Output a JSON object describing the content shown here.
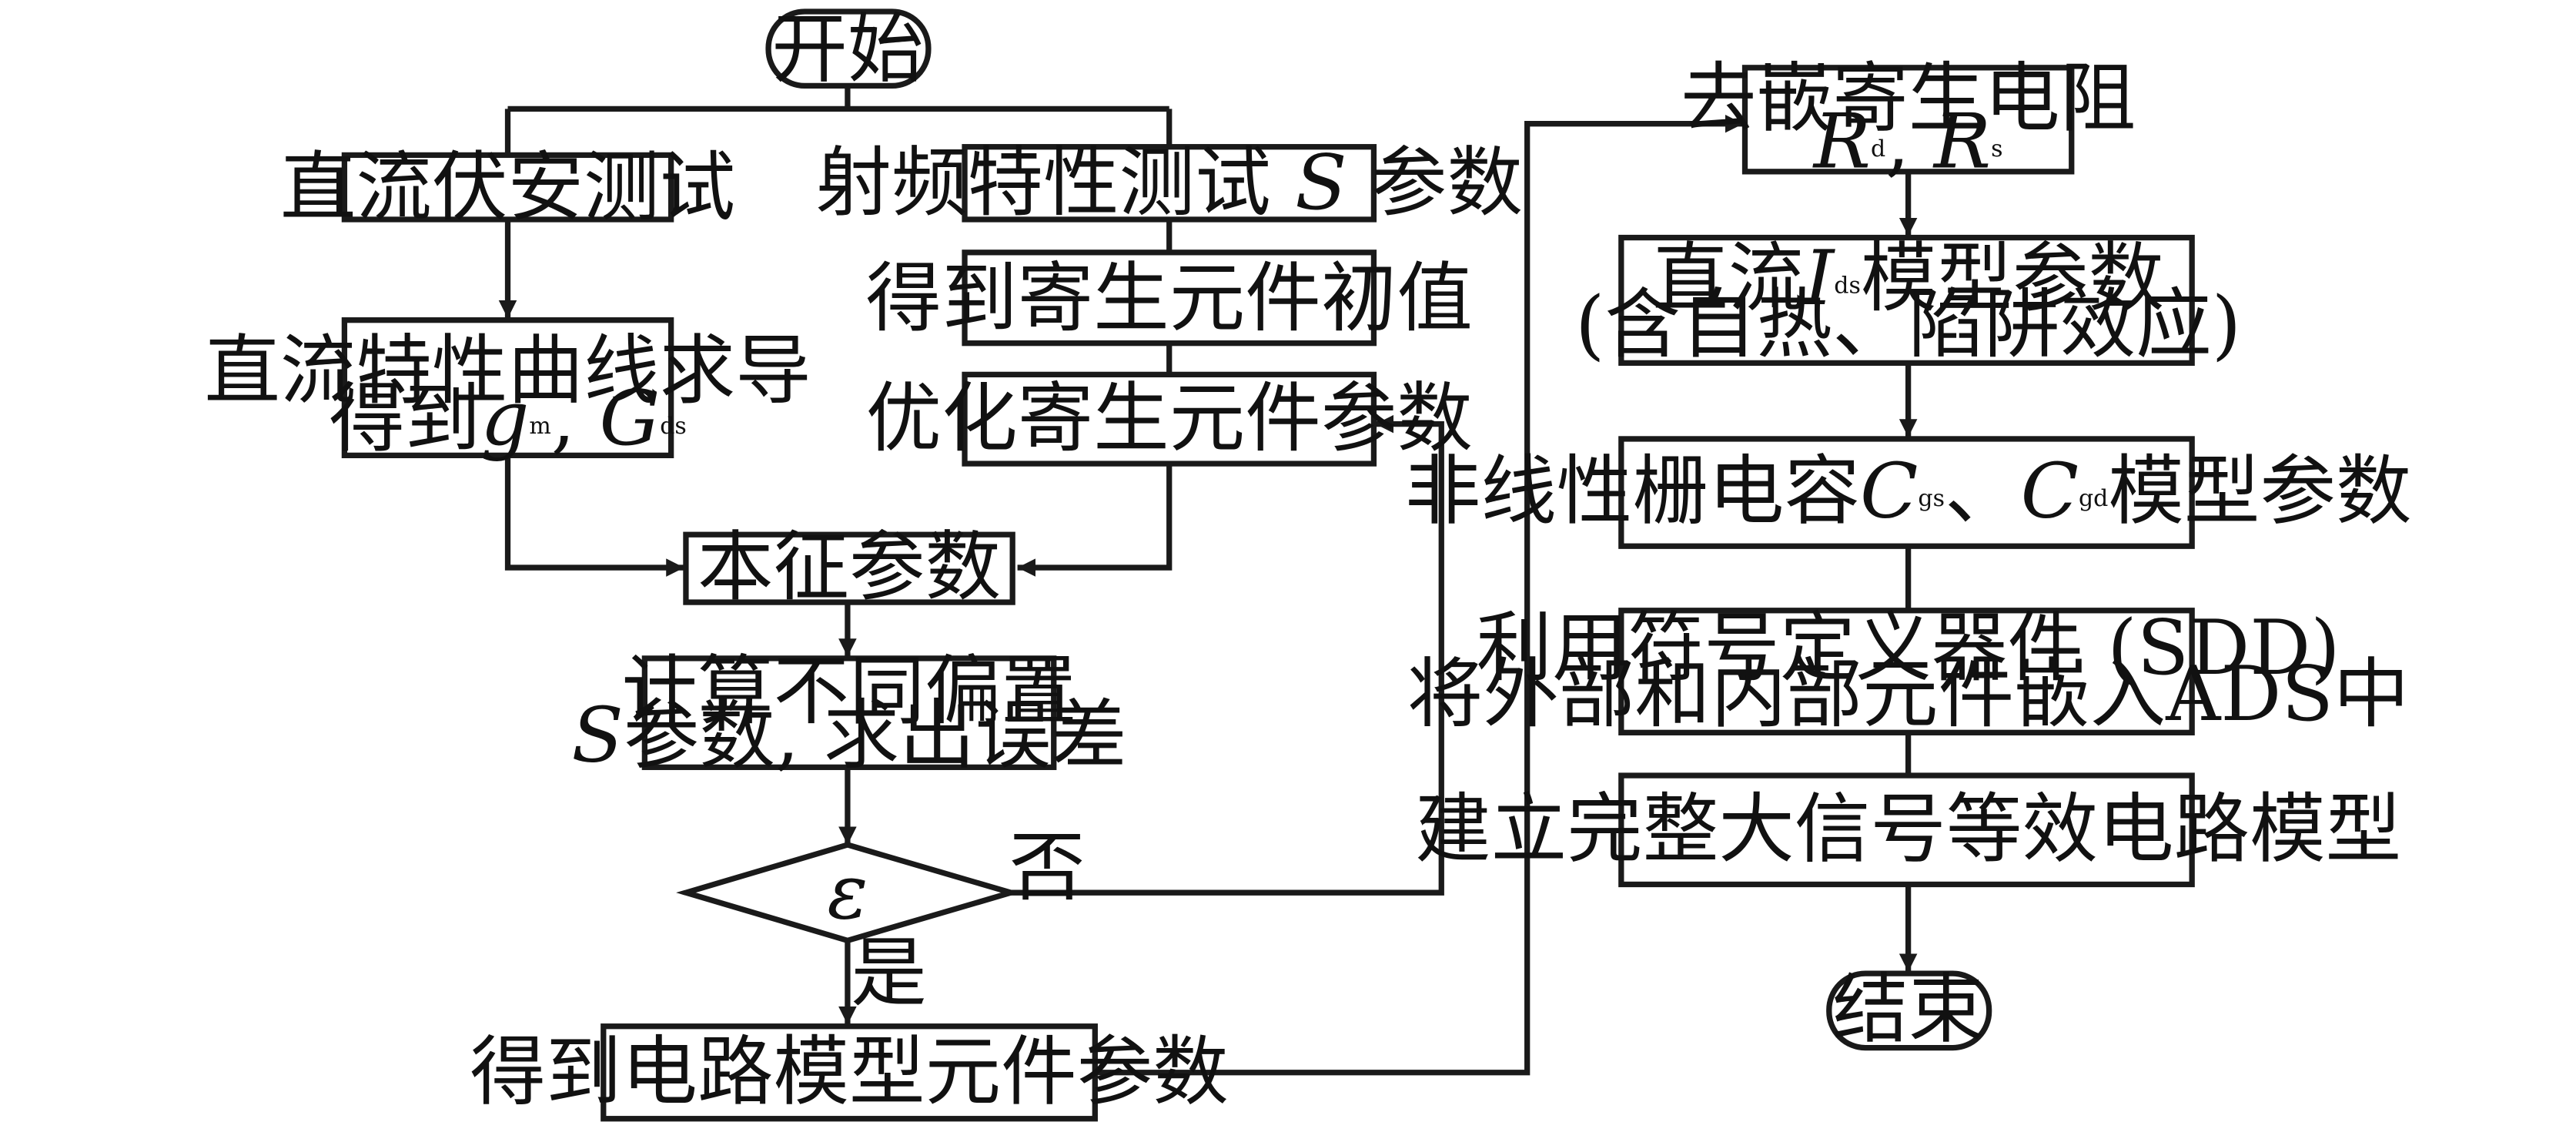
{
  "nodes": {
    "start": "开始",
    "dc_iv_test": "直流伏安测试",
    "rf_s_test_prefix": "射频特性测试 ",
    "rf_s_test_sym": "S",
    "rf_s_test_suffix": " 参数",
    "parasitic_initial": "得到寄生元件初值",
    "dc_derivative_line1": "直流特性曲线求导",
    "dc_derivative_line2_prefix": "得到",
    "dc_derivative_g": "g",
    "dc_derivative_g_sub": "m",
    "dc_derivative_sep": ", ",
    "dc_derivative_G": "G",
    "dc_derivative_G_sub": "ds",
    "optimize_parasitic": "优化寄生元件参数",
    "intrinsic_params": "本征参数",
    "compute_line1": "计算不同偏置",
    "compute_sym": "S",
    "compute_line2": "参数, 求出误差",
    "decision_symbol": "ε",
    "label_no": "否",
    "label_yes": "是",
    "get_model_params": "得到电路模型元件参数",
    "deembed_line1": "去嵌寄生电阻",
    "deembed_R1": "R",
    "deembed_R1_sub": "d",
    "deembed_sep": ", ",
    "deembed_R2": "R",
    "deembed_R2_sub": "s",
    "dc_ids_prefix": "直流",
    "dc_ids_I": "I",
    "dc_ids_sub": "ds",
    "dc_ids_suffix": "模型参数",
    "dc_ids_line2": "(含自热、陷阱效应)",
    "cap_prefix": "非线性栅电容",
    "cap_C1": "C",
    "cap_C1_sub": "gs",
    "cap_sep": "、",
    "cap_C2": "C",
    "cap_C2_sub": "gd",
    "cap_suffix": "模型参数",
    "sdd_line1": "利用符号定义器件 (SDD)",
    "sdd_line2": "将外部和内部元件嵌入ADS中",
    "build_model": "建立完整大信号等效电路模型",
    "end": "结束"
  }
}
